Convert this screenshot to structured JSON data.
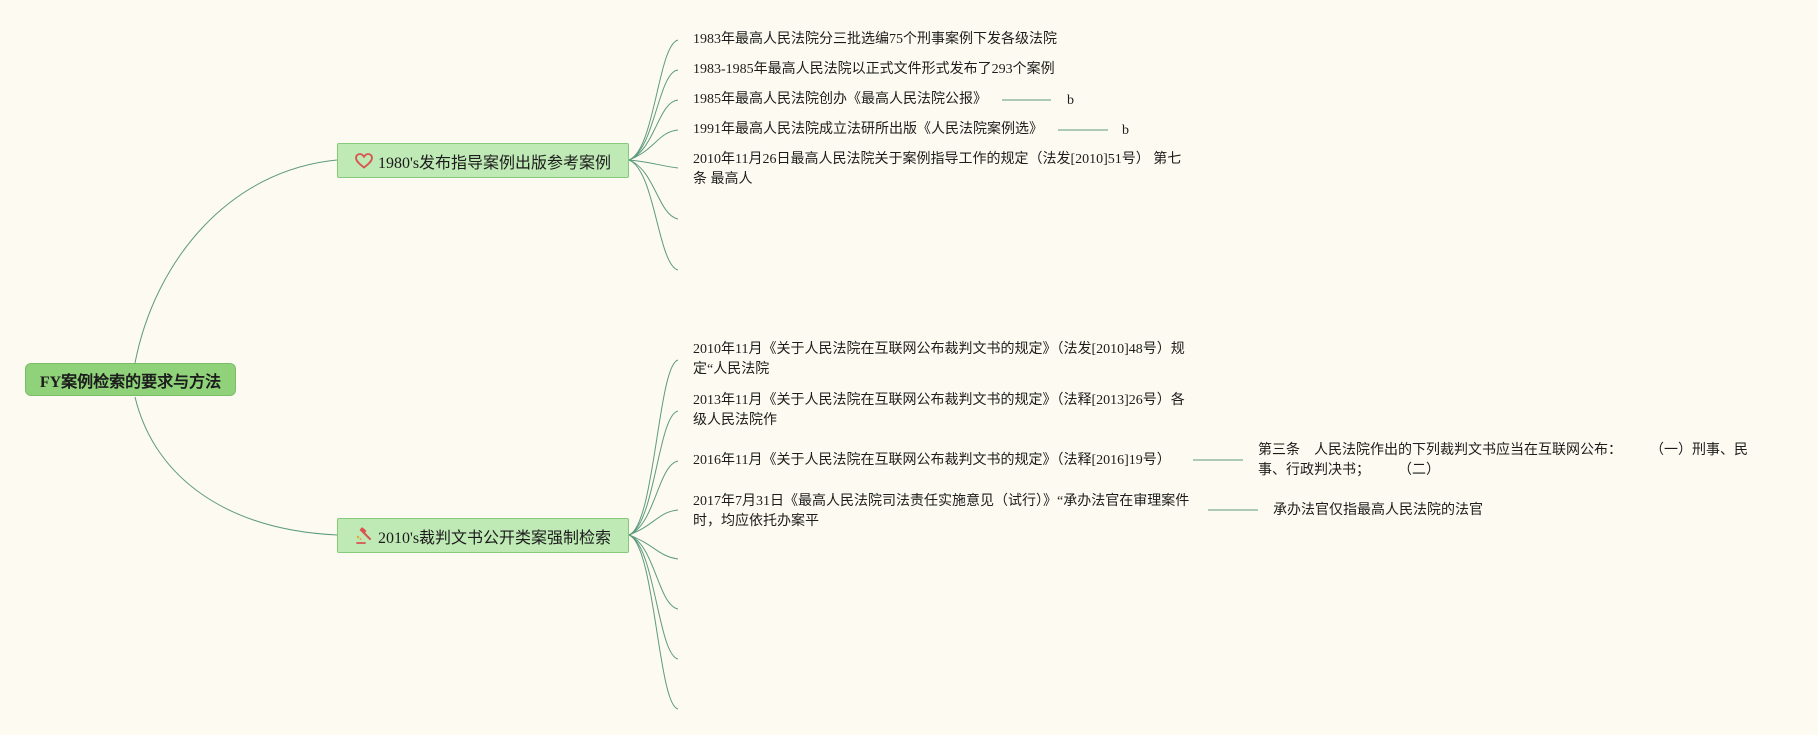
{
  "root": {
    "label": "FY案例检索的要求与方法"
  },
  "branches": [
    {
      "label": "1980's发布指导案例出版参考案例",
      "icon": "heart-icon",
      "items": [
        {
          "text": "1983年最高人民法院分三批选编75个刑事案例下发各级法院"
        },
        {
          "text": "1983-1985年最高人民法院以正式文件形式发布了293个案例"
        },
        {
          "text": "1985年最高人民法院创办《最高人民法院公报》",
          "child": "b"
        },
        {
          "text": "1991年最高人民法院成立法研所出版《人民法院案例选》",
          "child": "b"
        },
        {
          "text": "2010年11月26日最高人民法院关于案例指导工作的规定（法发[2010]51号） 第七条 最高人"
        }
      ]
    },
    {
      "label": "2010's裁判文书公开类案强制检索",
      "icon": "hammer-icon",
      "items": [
        {
          "text": "2010年11月《关于人民法院在互联网公布裁判文书的规定》（法发[2010]48号）规定“人民法院"
        },
        {
          "text": "2013年11月《关于人民法院在互联网公布裁判文书的规定》（法释[2013]26号）各级人民法院作"
        },
        {
          "text": "2016年11月《关于人民法院在互联网公布裁判文书的规定》（法释[2016]19号）",
          "child": "第三条　人民法院作出的下列裁判文书应当在互联网公布：　　　（一）刑事、民事、行政判决书；　　　（二）"
        },
        {
          "text": "2017年7月31日《最高人民法院司法责任实施意见（试行）》“承办法官在审理案件时，均应依托办案平",
          "child": "承办法官仅指最高人民法院的法官"
        }
      ]
    }
  ],
  "colors": {
    "background": "#fdfbf1",
    "root_fill": "#8fd27a",
    "branch_fill": "#bfe9b5",
    "connector": "#5d9a7c",
    "icon_red": "#d9534f"
  }
}
